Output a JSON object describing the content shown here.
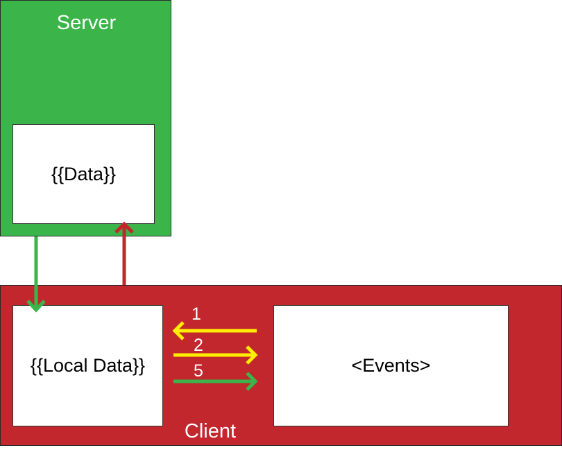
{
  "colors": {
    "server_fill": "#3bb54a",
    "client_fill": "#c1272d",
    "arrow_green": "#3bb54a",
    "arrow_red": "#c1272d",
    "arrow_yellow": "#ffee00",
    "label_text": "#ffffff",
    "box_text": "#000000"
  },
  "server": {
    "title": "Server",
    "data_label": "{{Data}}"
  },
  "client": {
    "title": "Client",
    "local_data_label": "{{Local Data}}",
    "events_label": "<Events>"
  },
  "steps": [
    {
      "label": "1",
      "direction": "to-local-data",
      "color": "yellow"
    },
    {
      "label": "2",
      "direction": "to-events",
      "color": "yellow"
    },
    {
      "label": "5",
      "direction": "to-events",
      "color": "green"
    }
  ],
  "connections": [
    {
      "from": "server-data",
      "to": "local-data",
      "color": "green"
    },
    {
      "from": "client",
      "to": "server-data",
      "color": "red"
    }
  ]
}
